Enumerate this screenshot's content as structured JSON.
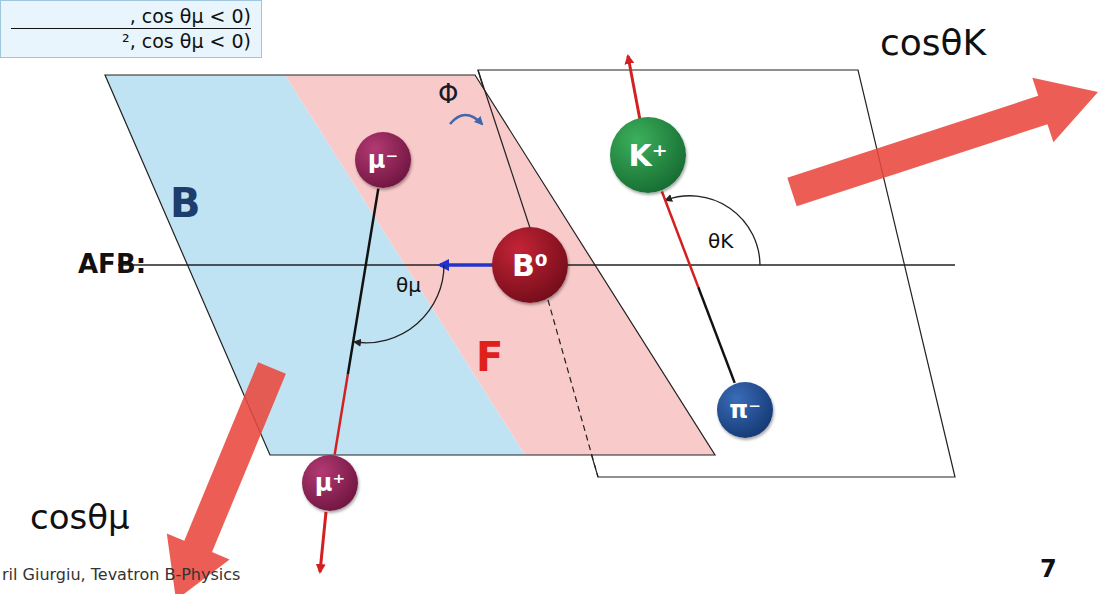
{
  "diagram": {
    "nodes": [
      {
        "text": [
          ", cos θμ < 0)",
          "², cos θμ < 0)"
        ]
      },
      {
        "text": [
          "μ⁻"
        ]
      },
      {
        "text": [
          "K⁺"
        ]
      },
      {
        "text": [
          "B⁰"
        ]
      },
      {
        "text": [
          "μ⁺"
        ]
      },
      {
        "text": [
          "π⁻"
        ]
      }
    ],
    "edges": [
      {
        "from": 1,
        "to": 4,
        "arrow": "none"
      },
      {
        "from": 2,
        "to": 5,
        "arrow": "none"
      }
    ],
    "labels": [
      "Φ",
      "cosθK",
      "B",
      "θK",
      "AFB:",
      "θμ",
      "F",
      "cosθμ",
      "ril Giurgiu, Tevatron B-Physics",
      "7"
    ]
  }
}
